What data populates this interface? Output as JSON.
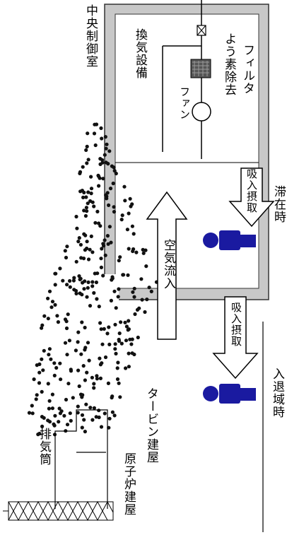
{
  "labels": {
    "central_control_room": "中央制御室",
    "ventilation_equipment": "換気設備",
    "iodine_filter_line1": "よう素除去",
    "iodine_filter_line2": "フィルタ",
    "fan": "ファン",
    "intake_in_room": "吸入摂取",
    "intake_outside": "吸入摂取",
    "air_inflow": "空気流入",
    "while_staying": "滞在時",
    "entering_exiting": "入退域時",
    "stack": "排気筒",
    "reactor_building": "原子炉建屋",
    "turbine_building": "タービン建屋"
  },
  "colors": {
    "person": "#1a1aa0",
    "wall": "#c8c8c8",
    "line": "#000000"
  }
}
